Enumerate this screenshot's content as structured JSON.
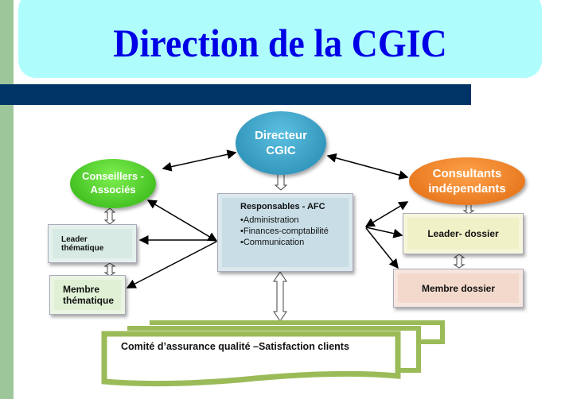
{
  "title": "Direction de la CGIC",
  "nodes": {
    "directeur": {
      "line1": "Directeur",
      "line2": "CGIC"
    },
    "conseillers": {
      "line1": "Conseillers -",
      "line2": "Associés"
    },
    "consultants": {
      "line1": "Consultants",
      "line2": "indépendants"
    },
    "afc": {
      "heading": "Responsables - AFC",
      "items": [
        "•Administration",
        "•Finances-comptabilité",
        "•Communication"
      ]
    },
    "leader_thematique": {
      "line1": "Leader",
      "line2": "thématique"
    },
    "membre_thematique": {
      "line1": "Membre",
      "line2": "thématique"
    },
    "leader_dossier": "Leader- dossier",
    "membre_dossier": "Membre dossier",
    "comite": "Comité d’assurance qualité –Satisfaction clients"
  },
  "colors": {
    "title": "#0000e6",
    "directeur": "#2e9dc4",
    "conseillers": "#44cc22",
    "consultants": "#f07d1e",
    "comite_border": "#9bbb59"
  }
}
